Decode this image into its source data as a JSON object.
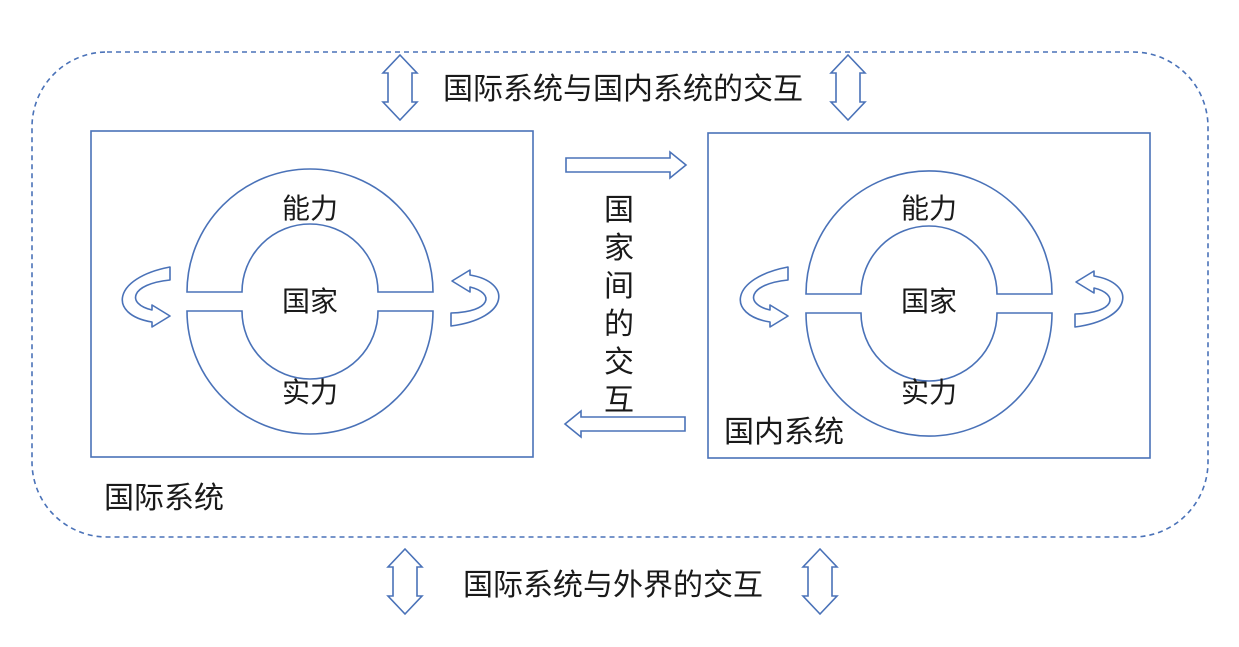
{
  "colors": {
    "stroke": "#4a72b8",
    "text": "#1a1a1a",
    "background": "#ffffff"
  },
  "labels": {
    "top_interaction": "国际系统与国内系统的交互",
    "bottom_interaction": "国际系统与外界的交互",
    "international_system": "国际系统",
    "domestic_system": "国内系统",
    "between_states_chars": [
      "国",
      "家",
      "间",
      "的",
      "交",
      "互"
    ]
  },
  "left_ring": {
    "top": "能力",
    "center": "国家",
    "bottom": "实力"
  },
  "right_ring": {
    "top": "能力",
    "center": "国家",
    "bottom": "实力"
  }
}
